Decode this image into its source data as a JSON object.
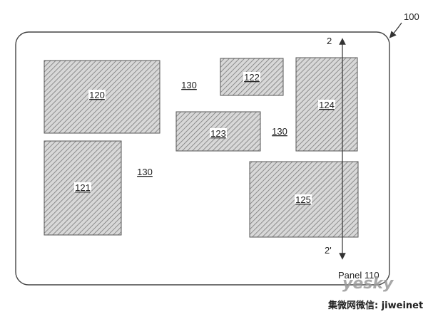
{
  "figure": {
    "ref_label": "100",
    "panel_label": "Panel 110",
    "section_top": "2",
    "section_bottom": "2'",
    "regions": [
      {
        "id": "r120",
        "label": "120"
      },
      {
        "id": "r121",
        "label": "121"
      },
      {
        "id": "r122",
        "label": "122"
      },
      {
        "id": "r123",
        "label": "123"
      },
      {
        "id": "r124",
        "label": "124"
      },
      {
        "id": "r125",
        "label": "125"
      }
    ],
    "gap_labels": [
      "130",
      "130",
      "130"
    ]
  },
  "watermark": {
    "brand": "yesky",
    "line": "集微网微信: jiweinet"
  }
}
